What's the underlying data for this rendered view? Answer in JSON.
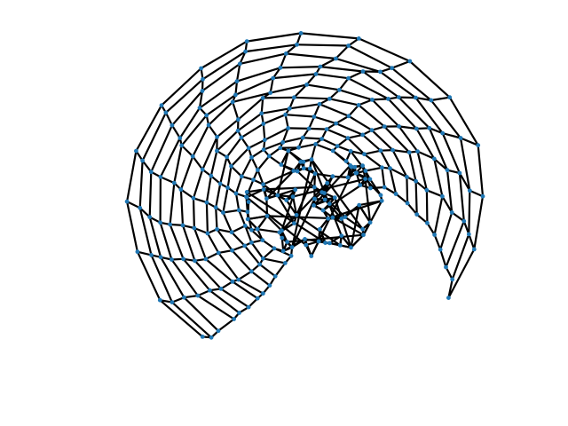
{
  "figure": {
    "background": "#ffffff",
    "edge_color": "#000000",
    "node_color": "#1f77b4"
  },
  "graph": {
    "type": "mesh-network",
    "grid": {
      "rows": 12,
      "cols": 16
    },
    "dense_cluster": {
      "node_count": 70
    }
  }
}
